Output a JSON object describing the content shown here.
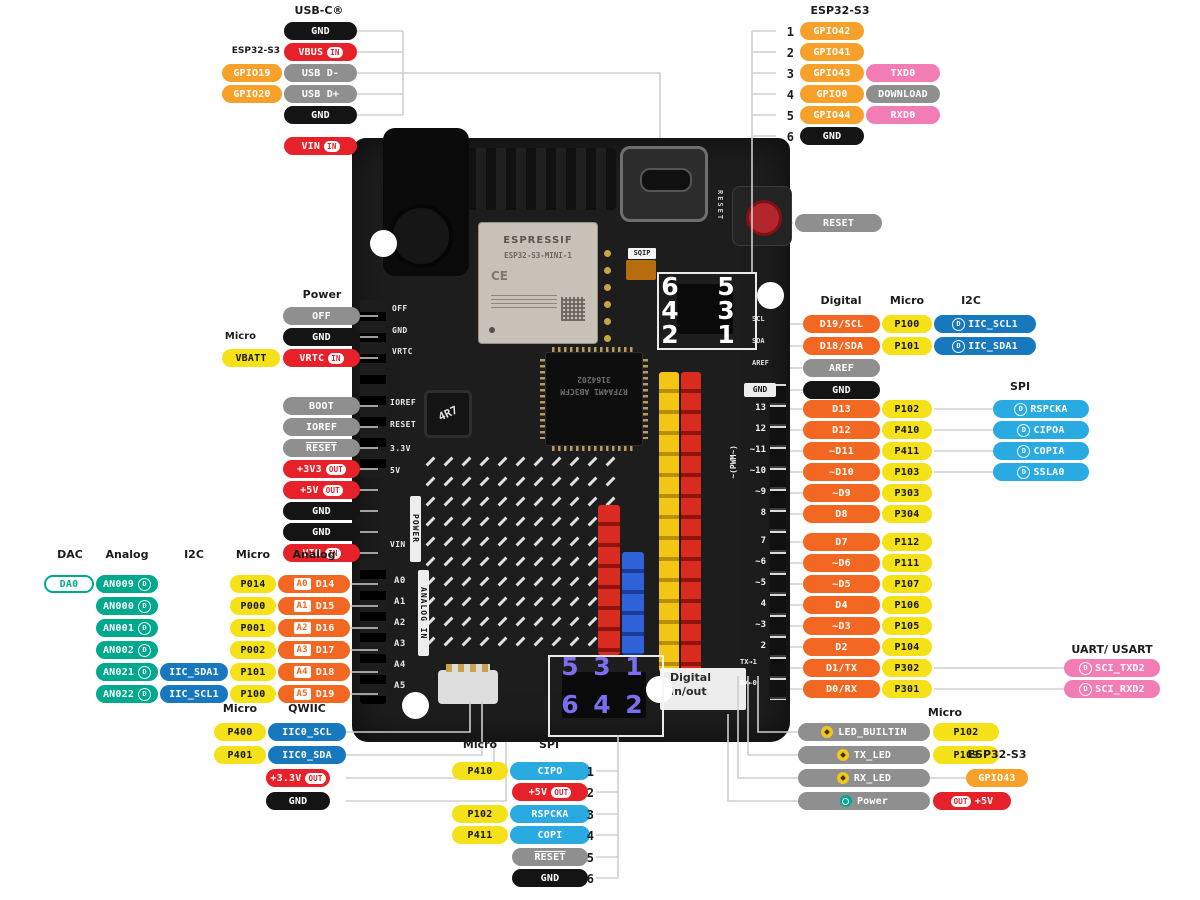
{
  "badge_d": "D",
  "colors": {
    "black": "#141414",
    "gray": "#8f8f8f",
    "red": "#e62129",
    "orange": "#f7a02a",
    "orange_d": "#f26822",
    "yellow": "#f5e118",
    "teal": "#00a88e",
    "blue": "#1878be",
    "cyan": "#29abe2",
    "pink": "#f27db4",
    "purple": "#7b6ff0",
    "line": "#cfcfcf"
  },
  "groups": {
    "usb": {
      "title": "USB-C®",
      "side_label": "ESP32-S3",
      "rows": [
        {
          "cells": [
            {
              "text": "GND",
              "style": "black"
            }
          ]
        },
        {
          "cells": [
            {
              "text": "VBUS",
              "style": "red",
              "badge": "IN"
            }
          ]
        },
        {
          "cells": [
            {
              "text": "GPIO19",
              "style": "orange"
            },
            {
              "text": "USB D-",
              "style": "gray"
            }
          ]
        },
        {
          "cells": [
            {
              "text": "GPIO20",
              "style": "orange"
            },
            {
              "text": "USB D+",
              "style": "gray"
            }
          ]
        },
        {
          "cells": [
            {
              "text": "GND",
              "style": "black"
            }
          ]
        }
      ],
      "vin": {
        "text": "VIN",
        "style": "red",
        "badge": "IN"
      }
    },
    "esp": {
      "title": "ESP32-S3",
      "rows": [
        {
          "num": "1",
          "cells": [
            {
              "text": "GPIO42",
              "style": "orange"
            }
          ]
        },
        {
          "num": "2",
          "cells": [
            {
              "text": "GPIO41",
              "style": "orange"
            }
          ]
        },
        {
          "num": "3",
          "cells": [
            {
              "text": "GPIO43",
              "style": "orange"
            },
            {
              "text": "TXD0",
              "style": "pink"
            }
          ]
        },
        {
          "num": "4",
          "cells": [
            {
              "text": "GPIO0",
              "style": "orange"
            },
            {
              "text": "DOWNLOAD",
              "style": "gray"
            }
          ]
        },
        {
          "num": "5",
          "cells": [
            {
              "text": "GPIO44",
              "style": "orange"
            },
            {
              "text": "RXD0",
              "style": "pink"
            }
          ]
        },
        {
          "num": "6",
          "cells": [
            {
              "text": "GND",
              "style": "black"
            }
          ]
        }
      ]
    },
    "reset": {
      "text": "RESET",
      "style": "gray"
    },
    "power": {
      "title": "Power",
      "micro_label": "Micro",
      "vbatt": {
        "text": "VBATT",
        "style": "yellow"
      },
      "rows": [
        {
          "cells": [
            {
              "text": "OFF",
              "style": "gray"
            }
          ]
        },
        {
          "cells": [
            {
              "text": "GND",
              "style": "black"
            }
          ]
        },
        {
          "cells": [
            {
              "text": "VRTC",
              "style": "red",
              "badge": "IN"
            }
          ]
        },
        {
          "cells": [
            {
              "text": "BOOT",
              "style": "gray"
            }
          ]
        },
        {
          "cells": [
            {
              "text": "IOREF",
              "style": "gray"
            }
          ]
        },
        {
          "cells": [
            {
              "text": "RESET",
              "style": "gray",
              "overline": true
            }
          ]
        },
        {
          "cells": [
            {
              "text": "+3V3",
              "style": "red",
              "badge": "OUT"
            }
          ]
        },
        {
          "cells": [
            {
              "text": "+5V",
              "style": "red",
              "badge": "OUT"
            }
          ]
        },
        {
          "cells": [
            {
              "text": "GND",
              "style": "black"
            }
          ]
        },
        {
          "cells": [
            {
              "text": "GND",
              "style": "black"
            }
          ]
        },
        {
          "cells": [
            {
              "text": "VIN",
              "style": "red",
              "badge": "IN"
            }
          ]
        }
      ]
    },
    "analog": {
      "headers": [
        "DAC",
        "Analog",
        "I2C",
        "Micro",
        "Analog"
      ],
      "rows": [
        {
          "dac": "DA0",
          "an": "AN009",
          "micro": "P014",
          "a": "A0",
          "d": "D14"
        },
        {
          "an": "AN000",
          "micro": "P000",
          "a": "A1",
          "d": "D15"
        },
        {
          "an": "AN001",
          "micro": "P001",
          "a": "A2",
          "d": "D16"
        },
        {
          "an": "AN002",
          "micro": "P002",
          "a": "A3",
          "d": "D17"
        },
        {
          "an": "AN021",
          "i2c": "IIC_SDA1",
          "micro": "P101",
          "a": "A4",
          "d": "D18"
        },
        {
          "an": "AN022",
          "i2c": "IIC_SCL1",
          "micro": "P100",
          "a": "A5",
          "d": "D19"
        }
      ]
    },
    "qwiic": {
      "headers": [
        "Micro",
        "QWIIC"
      ],
      "rows": [
        {
          "cells": [
            {
              "text": "P400",
              "style": "yellow"
            },
            {
              "text": "IIC0_SCL",
              "style": "blue"
            }
          ]
        },
        {
          "cells": [
            {
              "text": "P401",
              "style": "yellow"
            },
            {
              "text": "IIC0_SDA",
              "style": "blue"
            }
          ]
        },
        {
          "cells": [
            {
              "text": "+3.3V",
              "style": "red",
              "badge": "OUT"
            }
          ]
        },
        {
          "cells": [
            {
              "text": "GND",
              "style": "black"
            }
          ]
        }
      ]
    },
    "spib": {
      "headers": [
        "Micro",
        "SPI"
      ],
      "rows": [
        {
          "num": "1",
          "cells": [
            {
              "text": "P410",
              "style": "yellow"
            },
            {
              "text": "CIPO",
              "style": "cyan"
            }
          ]
        },
        {
          "num": "2",
          "cells": [
            {
              "text": "+5V",
              "style": "red",
              "badge": "OUT"
            }
          ]
        },
        {
          "num": "3",
          "cells": [
            {
              "text": "P102",
              "style": "yellow"
            },
            {
              "text": "RSPCKA",
              "style": "cyan"
            }
          ]
        },
        {
          "num": "4",
          "cells": [
            {
              "text": "P411",
              "style": "yellow"
            },
            {
              "text": "COPI",
              "style": "cyan"
            }
          ]
        },
        {
          "num": "5",
          "cells": [
            {
              "text": "RESET",
              "style": "gray",
              "overline": true
            }
          ]
        },
        {
          "num": "6",
          "cells": [
            {
              "text": "GND",
              "style": "black"
            }
          ]
        }
      ]
    },
    "i2cr": {
      "headers": [
        "Digital",
        "Micro",
        "I2C"
      ],
      "rows": [
        {
          "d": "D19/SCL",
          "p": "P100",
          "i": "IIC_SCL1"
        },
        {
          "d": "D18/SDA",
          "p": "P101",
          "i": "IIC_SDA1"
        },
        {
          "solo": "AREF",
          "style": "gray"
        },
        {
          "solo": "GND",
          "style": "black"
        }
      ]
    },
    "digital": {
      "spi_header": "SPI",
      "uart_header": "UART/ USART",
      "rows": [
        {
          "d": "D13",
          "p": "P102",
          "ext": "RSPCKA",
          "ext_style": "cyan"
        },
        {
          "d": "D12",
          "p": "P410",
          "ext": "CIPOA",
          "ext_style": "cyan"
        },
        {
          "d": "~D11",
          "p": "P411",
          "ext": "COPIA",
          "ext_style": "cyan"
        },
        {
          "d": "~D10",
          "p": "P103",
          "ext": "SSLA0",
          "ext_style": "cyan"
        },
        {
          "d": "~D9",
          "p": "P303"
        },
        {
          "d": "D8",
          "p": "P304"
        },
        {
          "d": "D7",
          "p": "P112"
        },
        {
          "d": "~D6",
          "p": "P111"
        },
        {
          "d": "~D5",
          "p": "P107"
        },
        {
          "d": "D4",
          "p": "P106"
        },
        {
          "d": "~D3",
          "p": "P105"
        },
        {
          "d": "D2",
          "p": "P104"
        },
        {
          "d": "D1/TX",
          "p": "P302",
          "ext": "SCI_TXD2",
          "ext_style": "pink"
        },
        {
          "d": "D0/RX",
          "p": "P301",
          "ext": "SCI_RXD2",
          "ext_style": "pink"
        }
      ]
    },
    "led": {
      "header": "Micro",
      "esp_header": "ESP32-S3",
      "rows": [
        {
          "label": "LED_BUILTIN",
          "micro": "P102",
          "icon": "led"
        },
        {
          "label": "TX_LED",
          "micro": "P109",
          "icon": "led"
        },
        {
          "label": "RX_LED",
          "gpio": "GPIO43",
          "icon": "led"
        },
        {
          "label": "Power",
          "out": "+5V",
          "badge": "OUT",
          "icon": "power"
        }
      ]
    }
  },
  "board": {
    "module_brand": "ESPRESSIF",
    "module_name": "ESP32-S3-MINI-1",
    "module_ce": "CE",
    "mcu_text": "R7FA4M1 AB3CFM 3164202",
    "inductor": "4R7",
    "smd_label": "SQIP",
    "reset_silk": "RESET",
    "left_silk": [
      "OFF",
      "GND",
      "VRTC"
    ],
    "left_silk2": [
      "IOREF",
      "RESET",
      "3.3V",
      "5V"
    ],
    "vin_silk": "VIN",
    "power_vert": "POWER",
    "analog_vert": "ANALOG IN",
    "analog_pins": [
      "A0",
      "A1",
      "A2",
      "A3",
      "A4",
      "A5"
    ],
    "right_top_silk": [
      "SCL",
      "SDA",
      "AREF"
    ],
    "gnd_box": "GND",
    "right_pins": [
      "13",
      "12",
      "~11",
      "~10",
      "~9",
      "8",
      "7",
      "~6",
      "~5",
      "4",
      "~3",
      "2"
    ],
    "pwm_vert": "~(PWM~)",
    "tx_silk": "TX→1",
    "rx_silk": "RX←0",
    "top_header_nums": [
      "6",
      "5",
      "4",
      "3",
      "2",
      "1"
    ],
    "bottom_header_nums": [
      "5",
      "3",
      "1",
      "6",
      "4",
      "2"
    ],
    "digital_label": "Digital\nIn/out"
  }
}
